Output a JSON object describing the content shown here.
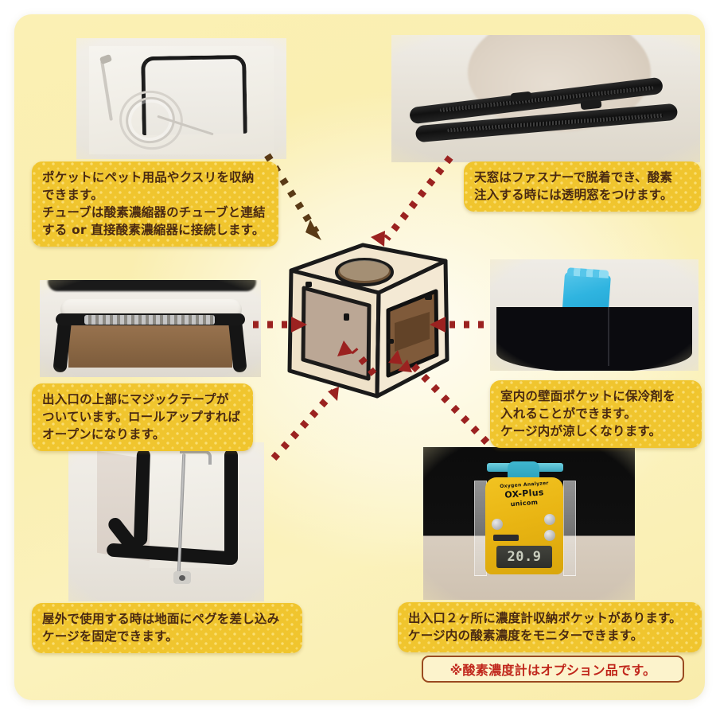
{
  "page": {
    "title": "ペット用酸素ケージ 機能説明図",
    "panel_color": "#fbf0b4",
    "callout_color": "#f0c52e",
    "callout_text_color": "#4a2a12",
    "note_border_color": "#9a4a20",
    "note_text_color": "#c0261b",
    "arrow_colors": [
      "#5a3a16",
      "#9b2220"
    ]
  },
  "callouts": {
    "pocket": {
      "lines": [
        "ポケットにペット用品やクスリを収納",
        "できます。",
        "チューブは酸素濃縮器のチューブと連結",
        "する or 直接酸素濃縮器に接続します。"
      ]
    },
    "zipper": {
      "lines": [
        "天窓はファスナーで脱着でき、酸素",
        "注入する時には透明窓をつけます。"
      ]
    },
    "velcro": {
      "lines": [
        "出入口の上部にマジックテープが",
        "ついています。ロールアップすれば",
        "オープンになります。"
      ]
    },
    "coolant": {
      "lines": [
        "室内の壁面ポケットに保冷剤を",
        "入れることができます。",
        "ケージ内が涼しくなります。"
      ]
    },
    "peg": {
      "lines": [
        "屋外で使用する時は地面にペグを差し込み",
        "ケージを固定できます。"
      ]
    },
    "meter": {
      "lines": [
        "出入口２ヶ所に濃度計収納ポケットがあります。",
        "ケージ内の酸素濃度をモニターできます。"
      ]
    }
  },
  "note": {
    "text": "※酸素濃度計はオプション品です。"
  },
  "meter_device": {
    "brand_line1": "Oxygen Analyzer",
    "brand_line2": "OX-Plus",
    "brand_line3": "unicom",
    "display_value": "20.9"
  },
  "photos": {
    "pocket": {
      "caption_ref": "pocket"
    },
    "zipper": {
      "caption_ref": "zipper"
    },
    "velcro": {
      "caption_ref": "velcro"
    },
    "coolant": {
      "caption_ref": "coolant"
    },
    "peg": {
      "caption_ref": "peg"
    },
    "meter": {
      "caption_ref": "meter"
    }
  }
}
